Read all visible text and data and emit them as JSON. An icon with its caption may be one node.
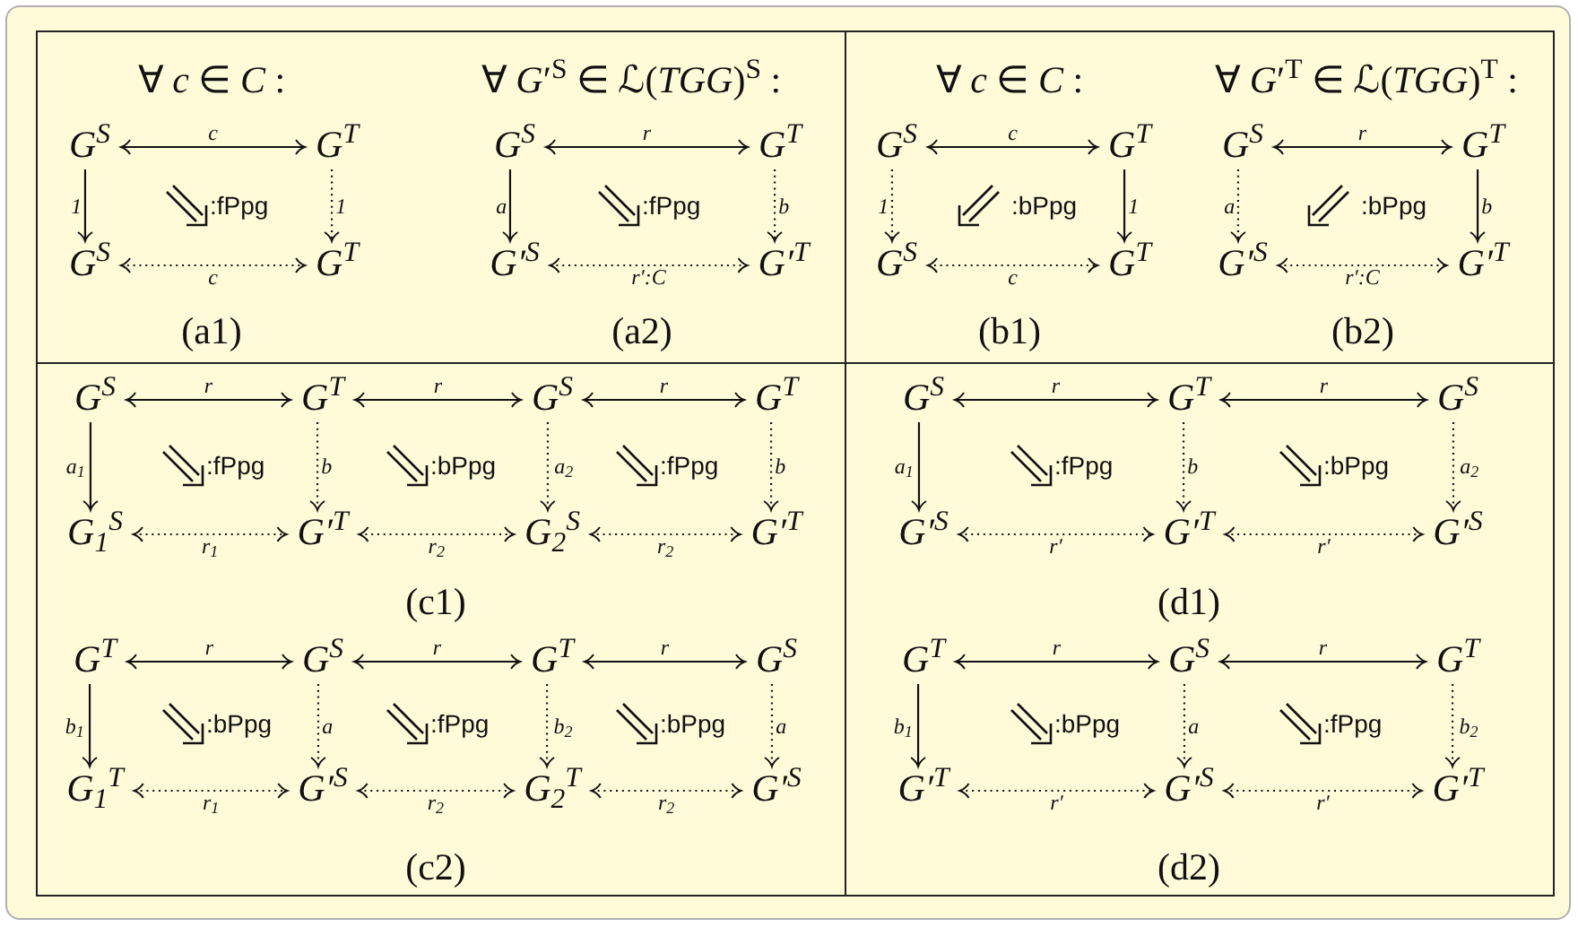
{
  "diagram": {
    "nodes": [
      {
        "text": [
          "G$^{S}$"
        ]
      },
      {
        "text": [
          "G$^{T}$"
        ]
      },
      {
        "text": [
          "G$^{S}$"
        ]
      },
      {
        "text": [
          "G$^{T}$"
        ]
      },
      {
        "text": [
          "G$^{S}$"
        ]
      },
      {
        "text": [
          "G$^{T}$"
        ]
      },
      {
        "text": [
          "G′$^{S}$"
        ]
      },
      {
        "text": [
          "G′$^{T}$"
        ]
      },
      {
        "text": [
          "G$^{S}$"
        ]
      },
      {
        "text": [
          "G$^{T}$"
        ]
      },
      {
        "text": [
          "G$^{S}$"
        ]
      },
      {
        "text": [
          "G$^{T}$"
        ]
      },
      {
        "text": [
          "G$^{S}$"
        ]
      },
      {
        "text": [
          "G$^{T}$"
        ]
      },
      {
        "text": [
          "G′$^{S}$"
        ]
      },
      {
        "text": [
          "G′$^{T}$"
        ]
      },
      {
        "text": [
          "G$^{S}$"
        ]
      },
      {
        "text": [
          "G$^{T}$"
        ]
      },
      {
        "text": [
          "G$^{S}$"
        ]
      },
      {
        "text": [
          "G$^{T}$"
        ]
      },
      {
        "text": [
          "G$_{1}$$^{S}$"
        ]
      },
      {
        "text": [
          "G′$^{T}$"
        ]
      },
      {
        "text": [
          "G$_{2}$$^{S}$"
        ]
      },
      {
        "text": [
          "G′$^{T}$"
        ]
      },
      {
        "text": [
          "G$^{T}$"
        ]
      },
      {
        "text": [
          "G$^{S}$"
        ]
      },
      {
        "text": [
          "G$^{T}$"
        ]
      },
      {
        "text": [
          "G$^{S}$"
        ]
      },
      {
        "text": [
          "G$_{1}$$^{T}$"
        ]
      },
      {
        "text": [
          "G′$^{S}$"
        ]
      },
      {
        "text": [
          "G$_{2}$$^{T}$"
        ]
      },
      {
        "text": [
          "G′$^{S}$"
        ]
      },
      {
        "text": [
          "G$^{S}$"
        ]
      },
      {
        "text": [
          "G$^{T}$"
        ]
      },
      {
        "text": [
          "G$^{S}$"
        ]
      },
      {
        "text": [
          "G′$^{S}$"
        ]
      },
      {
        "text": [
          "G′$^{T}$"
        ]
      },
      {
        "text": [
          "G′$^{S}$"
        ]
      },
      {
        "text": [
          "G$^{T}$"
        ]
      },
      {
        "text": [
          "G$^{S}$"
        ]
      },
      {
        "text": [
          "G$^{T}$"
        ]
      },
      {
        "text": [
          "G′$^{T}$"
        ]
      },
      {
        "text": [
          "G′$^{S}$"
        ]
      },
      {
        "text": [
          "G′$^{T}$"
        ]
      }
    ],
    "edges": [
      {
        "from": 0,
        "to": 1,
        "arrow": "both",
        "label": "c"
      },
      {
        "from": 2,
        "to": 3,
        "arrow": "both",
        "label": "c",
        "style": "dashed"
      },
      {
        "from": 0,
        "to": 2,
        "arrow": "to",
        "label": "1"
      },
      {
        "from": 1,
        "to": 3,
        "arrow": "to",
        "label": "1",
        "style": "dashed"
      },
      {
        "from": 4,
        "to": 5,
        "arrow": "both",
        "label": "r"
      },
      {
        "from": 6,
        "to": 7,
        "arrow": "both",
        "label": "r′:C",
        "style": "dashed"
      },
      {
        "from": 4,
        "to": 6,
        "arrow": "to",
        "label": "a"
      },
      {
        "from": 5,
        "to": 7,
        "arrow": "to",
        "label": "b",
        "style": "dashed"
      },
      {
        "from": 8,
        "to": 9,
        "arrow": "both",
        "label": "c"
      },
      {
        "from": 10,
        "to": 11,
        "arrow": "both",
        "label": "c",
        "style": "dashed"
      },
      {
        "from": 8,
        "to": 10,
        "arrow": "to",
        "label": "1",
        "style": "dashed"
      },
      {
        "from": 9,
        "to": 11,
        "arrow": "to",
        "label": "1"
      },
      {
        "from": 12,
        "to": 13,
        "arrow": "both",
        "label": "r"
      },
      {
        "from": 14,
        "to": 15,
        "arrow": "both",
        "label": "r′:C",
        "style": "dashed"
      },
      {
        "from": 12,
        "to": 14,
        "arrow": "to",
        "label": "a",
        "style": "dashed"
      },
      {
        "from": 13,
        "to": 15,
        "arrow": "to",
        "label": "b"
      },
      {
        "from": 16,
        "to": 17,
        "arrow": "both",
        "label": "r"
      },
      {
        "from": 17,
        "to": 18,
        "arrow": "both",
        "label": "r"
      },
      {
        "from": 18,
        "to": 19,
        "arrow": "both",
        "label": "r"
      },
      {
        "from": 20,
        "to": 21,
        "arrow": "both",
        "label": "r$_{1}$",
        "style": "dashed"
      },
      {
        "from": 21,
        "to": 22,
        "arrow": "both",
        "label": "r$_{2}$",
        "style": "dashed"
      },
      {
        "from": 22,
        "to": 23,
        "arrow": "both",
        "label": "r$_{2}$",
        "style": "dashed"
      },
      {
        "from": 16,
        "to": 20,
        "arrow": "to",
        "label": "a$_{1}$"
      },
      {
        "from": 17,
        "to": 21,
        "arrow": "to",
        "label": "b",
        "style": "dashed"
      },
      {
        "from": 18,
        "to": 22,
        "arrow": "to",
        "label": "a$_{2}$",
        "style": "dashed"
      },
      {
        "from": 19,
        "to": 23,
        "arrow": "to",
        "label": "b",
        "style": "dashed"
      },
      {
        "from": 24,
        "to": 25,
        "arrow": "both",
        "label": "r"
      },
      {
        "from": 25,
        "to": 26,
        "arrow": "both",
        "label": "r"
      },
      {
        "from": 26,
        "to": 27,
        "arrow": "both",
        "label": "r"
      },
      {
        "from": 28,
        "to": 29,
        "arrow": "both",
        "label": "r$_{1}$",
        "style": "dashed"
      },
      {
        "from": 29,
        "to": 30,
        "arrow": "both",
        "label": "r$_{2}$",
        "style": "dashed"
      },
      {
        "from": 30,
        "to": 31,
        "arrow": "both",
        "label": "r$_{2}$",
        "style": "dashed"
      },
      {
        "from": 24,
        "to": 28,
        "arrow": "to",
        "label": "b$_{1}$"
      },
      {
        "from": 25,
        "to": 29,
        "arrow": "to",
        "label": "a",
        "style": "dashed"
      },
      {
        "from": 26,
        "to": 30,
        "arrow": "to",
        "label": "b$_{2}$",
        "style": "dashed"
      },
      {
        "from": 27,
        "to": 31,
        "arrow": "to",
        "label": "a",
        "style": "dashed"
      },
      {
        "from": 32,
        "to": 33,
        "arrow": "both",
        "label": "r"
      },
      {
        "from": 33,
        "to": 34,
        "arrow": "both",
        "label": "r"
      },
      {
        "from": 35,
        "to": 36,
        "arrow": "both",
        "label": "r′",
        "style": "dashed"
      },
      {
        "from": 36,
        "to": 37,
        "arrow": "both",
        "label": "r′",
        "style": "dashed"
      },
      {
        "from": 32,
        "to": 35,
        "arrow": "to",
        "label": "a$_{1}$"
      },
      {
        "from": 33,
        "to": 36,
        "arrow": "to",
        "label": "b",
        "style": "dashed"
      },
      {
        "from": 34,
        "to": 37,
        "arrow": "to",
        "label": "a$_{2}$",
        "style": "dashed"
      },
      {
        "from": 38,
        "to": 39,
        "arrow": "both",
        "label": "r"
      },
      {
        "from": 39,
        "to": 40,
        "arrow": "both",
        "label": "r"
      },
      {
        "from": 41,
        "to": 42,
        "arrow": "both",
        "label": "r′",
        "style": "dashed"
      },
      {
        "from": 42,
        "to": 43,
        "arrow": "both",
        "label": "r′",
        "style": "dashed"
      },
      {
        "from": 38,
        "to": 41,
        "arrow": "to",
        "label": "b$_{1}$"
      },
      {
        "from": 39,
        "to": 42,
        "arrow": "to",
        "label": "a",
        "style": "dashed"
      },
      {
        "from": 40,
        "to": 43,
        "arrow": "to",
        "label": "b$_{2}$",
        "style": "dashed"
      }
    ],
    "labels": [
      "∀ *c* ∈ *C* :",
      "∀ *G*′$^{S}$ ∈ ℒ(*TGG*)$^{S}$ :",
      "∀ *c* ∈ *C* :",
      "∀ *G*′$^{T}$ ∈ ℒ(*TGG*)$^{T}$ :",
      ":fPpg",
      ":fPpg",
      ":bPpg",
      ":bPpg",
      "(a1)",
      "(a2)",
      "(b1)",
      "(b2)",
      ":fPpg",
      ":bPpg",
      ":fPpg",
      ":fPpg",
      ":bPpg",
      "(c1)",
      "(d1)",
      ":bPpg",
      ":fPpg",
      ":bPpg",
      ":bPpg",
      ":fPpg",
      "(c2)",
      "(d2)"
    ]
  }
}
